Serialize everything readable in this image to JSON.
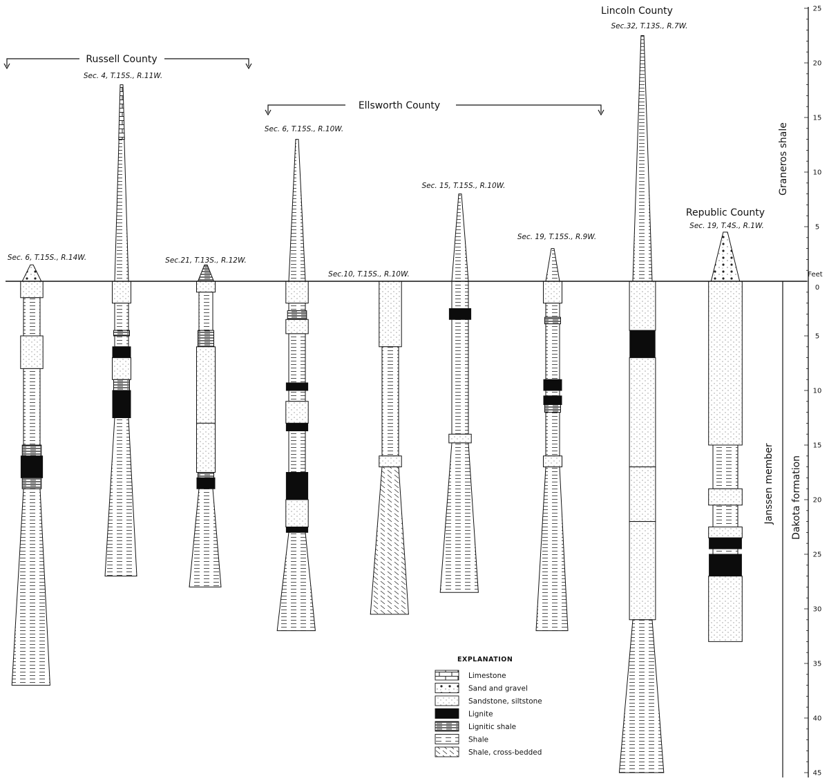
{
  "counties": {
    "russell": "Russell County",
    "ellsworth": "Ellsworth County",
    "lincoln": "Lincoln County",
    "republic": "Republic County"
  },
  "columns": [
    {
      "id": "c1",
      "location": "Sec. 6, T.15S., R.14W.",
      "top_ft": 1.5,
      "bottom_ft": 37,
      "layers": [
        {
          "from": 1.5,
          "to": 0,
          "type": "sand-gravel"
        },
        {
          "from": 0,
          "to": -1.5,
          "type": "sandstone"
        },
        {
          "from": -1.5,
          "to": -5,
          "type": "shale"
        },
        {
          "from": -5,
          "to": -8,
          "type": "sandstone"
        },
        {
          "from": -8,
          "to": -15,
          "type": "shale"
        },
        {
          "from": -15,
          "to": -16,
          "type": "lignitic-shale"
        },
        {
          "from": -16,
          "to": -18,
          "type": "lignite"
        },
        {
          "from": -18,
          "to": -19,
          "type": "lignitic-shale"
        },
        {
          "from": -19,
          "to": -37,
          "type": "shale"
        }
      ]
    },
    {
      "id": "c2",
      "location": "Sec. 4, T.15S., R.11W.",
      "top_ft": 18,
      "bottom_ft": 27,
      "layers": [
        {
          "from": 18,
          "to": 13,
          "type": "limestone"
        },
        {
          "from": 13,
          "to": 0,
          "type": "shale"
        },
        {
          "from": 0,
          "to": -2,
          "type": "sandstone"
        },
        {
          "from": -2,
          "to": -4.5,
          "type": "shale"
        },
        {
          "from": -4.5,
          "to": -5,
          "type": "lignitic-shale"
        },
        {
          "from": -5,
          "to": -6,
          "type": "shale"
        },
        {
          "from": -6,
          "to": -7,
          "type": "lignite"
        },
        {
          "from": -7,
          "to": -9,
          "type": "sandstone"
        },
        {
          "from": -9,
          "to": -10,
          "type": "lignitic-shale"
        },
        {
          "from": -10,
          "to": -12.5,
          "type": "lignite"
        },
        {
          "from": -12.5,
          "to": -27,
          "type": "shale"
        }
      ]
    },
    {
      "id": "c3",
      "location": "Sec.21, T.13S., R.12W.",
      "top_ft": 1.5,
      "bottom_ft": 28,
      "layers": [
        {
          "from": 1.5,
          "to": 0,
          "type": "lignitic-shale"
        },
        {
          "from": 0,
          "to": -1,
          "type": "sandstone"
        },
        {
          "from": -1,
          "to": -4.5,
          "type": "shale"
        },
        {
          "from": -4.5,
          "to": -6,
          "type": "lignitic-shale"
        },
        {
          "from": -6,
          "to": -13,
          "type": "sandstone"
        },
        {
          "from": -13,
          "to": -17.5,
          "type": "sandstone"
        },
        {
          "from": -17.5,
          "to": -18,
          "type": "lignitic-shale"
        },
        {
          "from": -18,
          "to": -19,
          "type": "lignite"
        },
        {
          "from": -19,
          "to": -28,
          "type": "shale"
        }
      ]
    },
    {
      "id": "c4",
      "location": "Sec. 6, T.15S., R.10W.",
      "top_ft": 13,
      "bottom_ft": 32,
      "layers": [
        {
          "from": 13,
          "to": 0,
          "type": "shale"
        },
        {
          "from": 0,
          "to": -2,
          "type": "sandstone"
        },
        {
          "from": -2,
          "to": -2.7,
          "type": "shale"
        },
        {
          "from": -2.7,
          "to": -3.5,
          "type": "lignitic-shale"
        },
        {
          "from": -3.5,
          "to": -4.8,
          "type": "sandstone"
        },
        {
          "from": -4.8,
          "to": -9.3,
          "type": "shale"
        },
        {
          "from": -9.3,
          "to": -10,
          "type": "lignite"
        },
        {
          "from": -10,
          "to": -11,
          "type": "shale"
        },
        {
          "from": -11,
          "to": -13,
          "type": "sandstone"
        },
        {
          "from": -13,
          "to": -13.7,
          "type": "lignite"
        },
        {
          "from": -13.7,
          "to": -17.5,
          "type": "shale"
        },
        {
          "from": -17.5,
          "to": -20,
          "type": "lignite"
        },
        {
          "from": -20,
          "to": -22.5,
          "type": "sandstone"
        },
        {
          "from": -22.5,
          "to": -23,
          "type": "lignite"
        },
        {
          "from": -23,
          "to": -32,
          "type": "shale"
        }
      ]
    },
    {
      "id": "c5",
      "location": "Sec.10, T.15S., R.10W.",
      "top_ft": 0,
      "bottom_ft": 30.5,
      "layers": [
        {
          "from": 0,
          "to": -6,
          "type": "sandstone"
        },
        {
          "from": -6,
          "to": -16,
          "type": "shale"
        },
        {
          "from": -16,
          "to": -17,
          "type": "sandstone"
        },
        {
          "from": -17,
          "to": -30.5,
          "type": "shale-crossbedded"
        }
      ]
    },
    {
      "id": "c6",
      "location": "Sec. 15, T.15S., R.10W.",
      "top_ft": 8,
      "bottom_ft": 28.5,
      "layers": [
        {
          "from": 8,
          "to": 0,
          "type": "shale"
        },
        {
          "from": 0,
          "to": -2.5,
          "type": "shale"
        },
        {
          "from": -2.5,
          "to": -3.5,
          "type": "lignite"
        },
        {
          "from": -3.5,
          "to": -14,
          "type": "shale"
        },
        {
          "from": -14,
          "to": -14.8,
          "type": "sandstone"
        },
        {
          "from": -14.8,
          "to": -28.5,
          "type": "shale"
        }
      ]
    },
    {
      "id": "c7",
      "location": "Sec. 19, T.15S., R.9W.",
      "top_ft": 3,
      "bottom_ft": 32,
      "layers": [
        {
          "from": 3,
          "to": 0,
          "type": "shale"
        },
        {
          "from": 0,
          "to": -2,
          "type": "sandstone"
        },
        {
          "from": -2,
          "to": -3.3,
          "type": "shale"
        },
        {
          "from": -3.3,
          "to": -3.9,
          "type": "lignitic-shale"
        },
        {
          "from": -3.9,
          "to": -9,
          "type": "shale"
        },
        {
          "from": -9,
          "to": -10,
          "type": "lignite"
        },
        {
          "from": -10,
          "to": -10.5,
          "type": "shale"
        },
        {
          "from": -10.5,
          "to": -11.3,
          "type": "lignite"
        },
        {
          "from": -11.3,
          "to": -12,
          "type": "lignitic-shale"
        },
        {
          "from": -12,
          "to": -16,
          "type": "shale"
        },
        {
          "from": -16,
          "to": -17,
          "type": "sandstone"
        },
        {
          "from": -17,
          "to": -32,
          "type": "shale"
        }
      ]
    },
    {
      "id": "c8",
      "location": "Sec.32, T.13S., R.7W.",
      "top_ft": 22.5,
      "bottom_ft": 45,
      "layers": [
        {
          "from": 22.5,
          "to": 0,
          "type": "shale"
        },
        {
          "from": 0,
          "to": -4.5,
          "type": "sandstone"
        },
        {
          "from": -4.5,
          "to": -7,
          "type": "lignite"
        },
        {
          "from": -7,
          "to": -17,
          "type": "sandstone"
        },
        {
          "from": -17,
          "to": -22,
          "type": "sandstone"
        },
        {
          "from": -22,
          "to": -31,
          "type": "sandstone"
        },
        {
          "from": -31,
          "to": -45,
          "type": "shale"
        }
      ]
    },
    {
      "id": "c9",
      "location": "Sec. 19, T.4S., R.1W.",
      "top_ft": 4.5,
      "bottom_ft": 33,
      "layers": [
        {
          "from": 4.5,
          "to": 0,
          "type": "sand-gravel"
        },
        {
          "from": 0,
          "to": -15,
          "type": "sandstone"
        },
        {
          "from": -15,
          "to": -19,
          "type": "shale"
        },
        {
          "from": -19,
          "to": -20.5,
          "type": "sandstone"
        },
        {
          "from": -20.5,
          "to": -22.5,
          "type": "shale"
        },
        {
          "from": -22.5,
          "to": -23.5,
          "type": "sandstone"
        },
        {
          "from": -23.5,
          "to": -24.5,
          "type": "lignite"
        },
        {
          "from": -24.5,
          "to": -25,
          "type": "shale"
        },
        {
          "from": -25,
          "to": -27,
          "type": "lignite"
        },
        {
          "from": -27,
          "to": -33,
          "type": "sandstone"
        }
      ]
    }
  ],
  "scale": {
    "unit_label": "Feet",
    "up_ticks": [
      "5",
      "10",
      "15",
      "20",
      "25"
    ],
    "down_ticks": [
      "0",
      "5",
      "10",
      "15",
      "20",
      "25",
      "30",
      "35",
      "40",
      "45"
    ]
  },
  "units": {
    "graneros": "Graneros shale",
    "janssen": "Janssen member",
    "dakota": "Dakota formation"
  },
  "legend": {
    "title": "EXPLANATION",
    "items": [
      {
        "key": "limestone",
        "label": "Limestone"
      },
      {
        "key": "sand-gravel",
        "label": "Sand and gravel"
      },
      {
        "key": "sandstone",
        "label": "Sandstone, siltstone"
      },
      {
        "key": "lignite",
        "label": "Lignite"
      },
      {
        "key": "lignitic-shale",
        "label": "Lignitic shale"
      },
      {
        "key": "shale",
        "label": "Shale"
      },
      {
        "key": "shale-crossbedded",
        "label": "Shale, cross-bedded"
      }
    ]
  }
}
